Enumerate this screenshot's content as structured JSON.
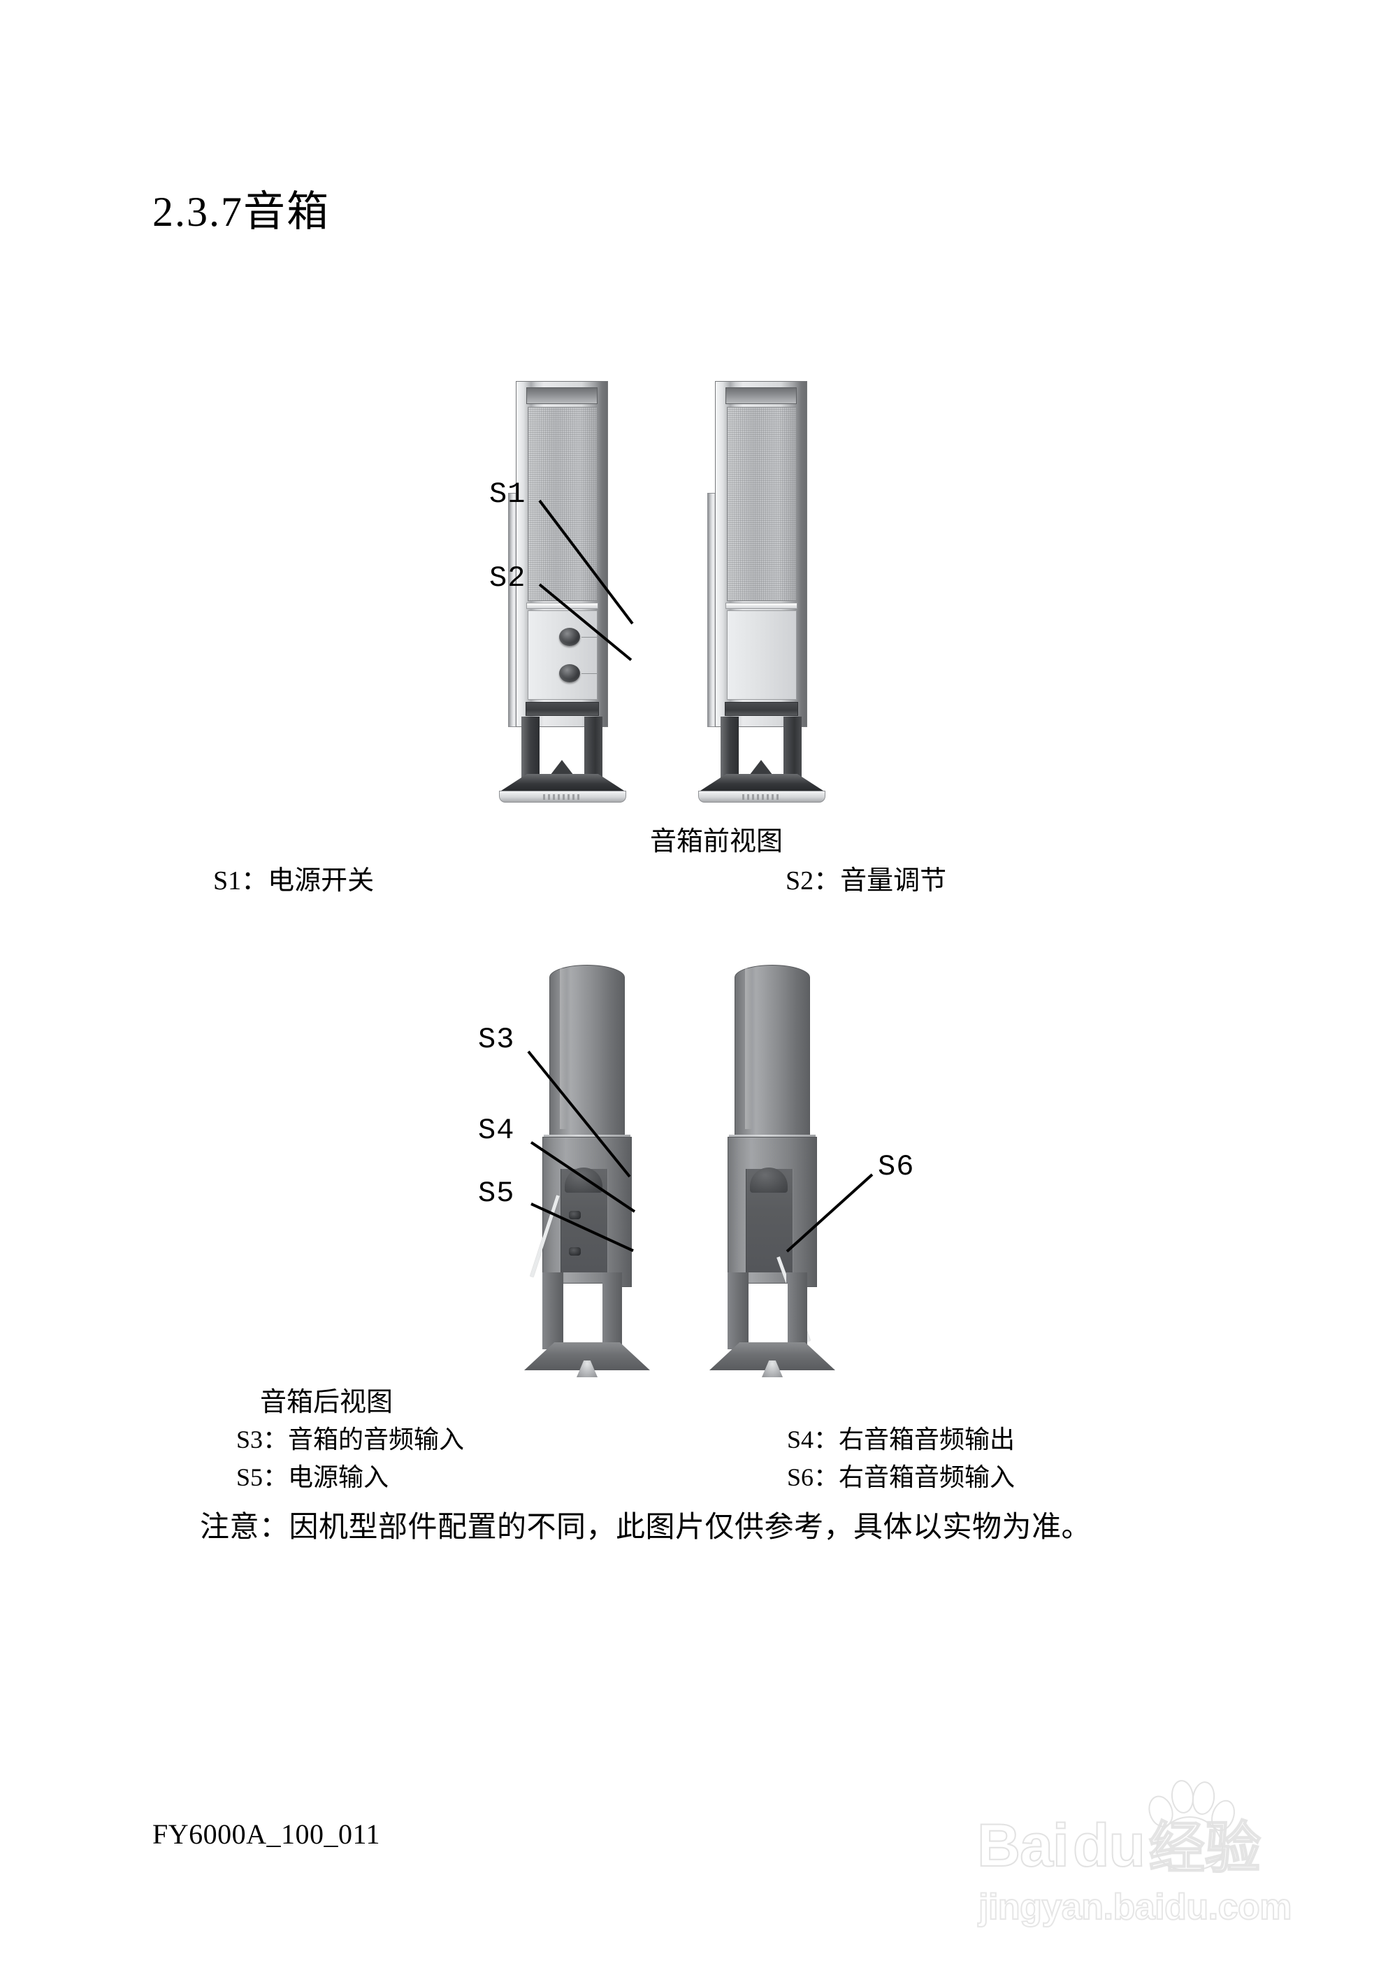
{
  "document": {
    "section_title": "2.3.7音箱",
    "footer_code": "FY6000A_100_011"
  },
  "front_view": {
    "caption": "音箱前视图",
    "callouts": [
      {
        "id": "S1",
        "label": "S1"
      },
      {
        "id": "S2",
        "label": "S2"
      }
    ],
    "legend": [
      {
        "key": "S1：电源开关"
      },
      {
        "key": "S2：音量调节"
      }
    ]
  },
  "rear_view": {
    "caption": "音箱后视图",
    "callouts": [
      {
        "id": "S3",
        "label": "S3"
      },
      {
        "id": "S4",
        "label": "S4"
      },
      {
        "id": "S5",
        "label": "S5"
      },
      {
        "id": "S6",
        "label": "S6"
      }
    ],
    "legend_left": [
      {
        "key": "S3：音箱的音频输入"
      },
      {
        "key": "S5：电源输入"
      }
    ],
    "legend_right": [
      {
        "key": "S4：右音箱音频输出"
      },
      {
        "key": "S6：右音箱音频输入"
      }
    ]
  },
  "note": "注意：因机型部件配置的不同，此图片仅供参考，具体以实物为准。",
  "watermark": {
    "brand_latin": "Bai",
    "brand_latin2": "du",
    "brand_cn": "经验",
    "url": "jingyan.baidu.com"
  },
  "colors": {
    "page_background": "#ffffff",
    "text": "#000000",
    "speaker_light": "#d7d9db",
    "speaker_mid": "#8d8f92",
    "speaker_dark": "#3a3c3f",
    "watermark_stroke": "#e2e2e2"
  }
}
